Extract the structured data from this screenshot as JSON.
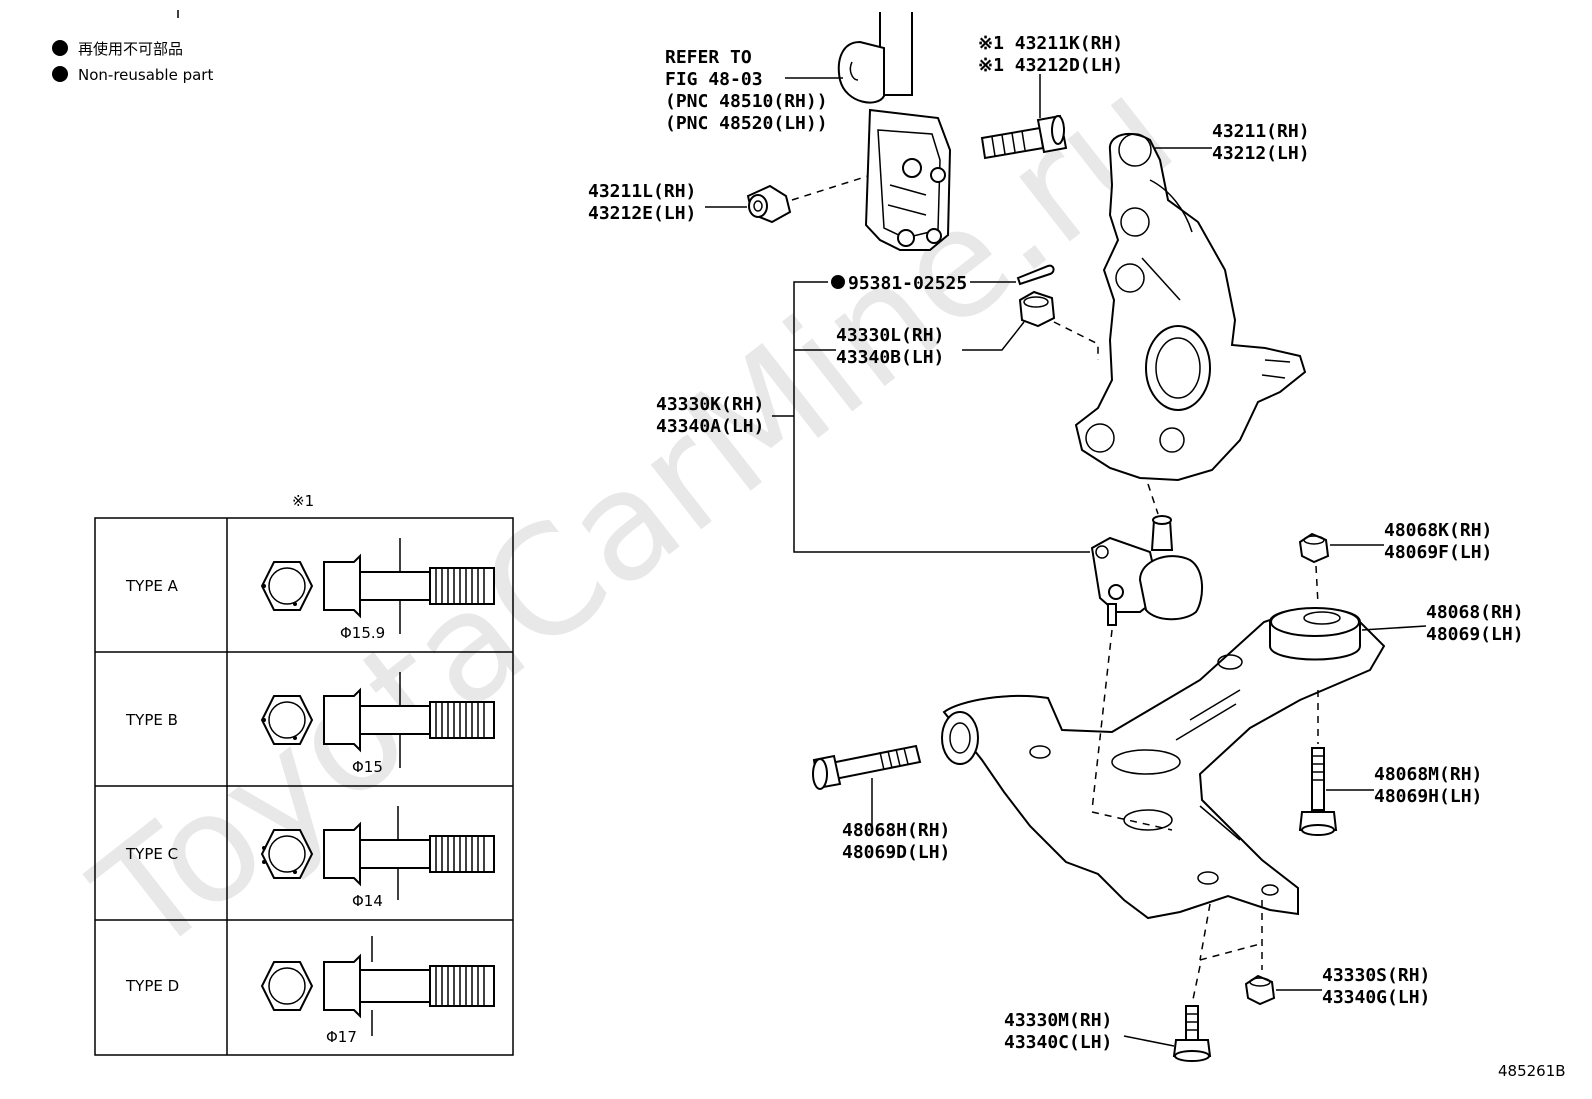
{
  "legend": {
    "line_ja": "再使用不可部品",
    "line_en": "Non-reusable part"
  },
  "watermark": "ToyotaCarMine.ru",
  "figure_id": "485261B",
  "refer": {
    "line1": "REFER TO",
    "line2": "FIG 48-03",
    "line3": "(PNC 48510(RH))",
    "line4": "(PNC 48520(LH))"
  },
  "parts": {
    "bolt_43211K": {
      "rh": "※1 43211K(RH)",
      "lh": "※1 43212D(LH)"
    },
    "knuckle": {
      "rh": "43211(RH)",
      "lh": "43212(LH)"
    },
    "nut_43211L": {
      "rh": "43211L(RH)",
      "lh": "43212E(LH)"
    },
    "cotter_pin": "95381-02525",
    "nut_43330L": {
      "rh": "43330L(RH)",
      "lh": "43340B(LH)"
    },
    "ball_joint": {
      "rh": "43330K(RH)",
      "lh": "43340A(LH)"
    },
    "nut_48068K": {
      "rh": "48068K(RH)",
      "lh": "48069F(LH)"
    },
    "bushing_48068": {
      "rh": "48068(RH)",
      "lh": "48069(LH)"
    },
    "bolt_48068M": {
      "rh": "48068M(RH)",
      "lh": "48069H(LH)"
    },
    "bolt_48068H": {
      "rh": "48068H(RH)",
      "lh": "48069D(LH)"
    },
    "nut_43330S": {
      "rh": "43330S(RH)",
      "lh": "43340G(LH)"
    },
    "bolt_43330M": {
      "rh": "43330M(RH)",
      "lh": "43340C(LH)"
    }
  },
  "type_table": {
    "note": "※1",
    "rows": [
      {
        "type": "TYPE  A",
        "diameter": "Φ15.9"
      },
      {
        "type": "TYPE  B",
        "diameter": "Φ15"
      },
      {
        "type": "TYPE  C",
        "diameter": "Φ14"
      },
      {
        "type": "TYPE  D",
        "diameter": "Φ17"
      }
    ]
  }
}
